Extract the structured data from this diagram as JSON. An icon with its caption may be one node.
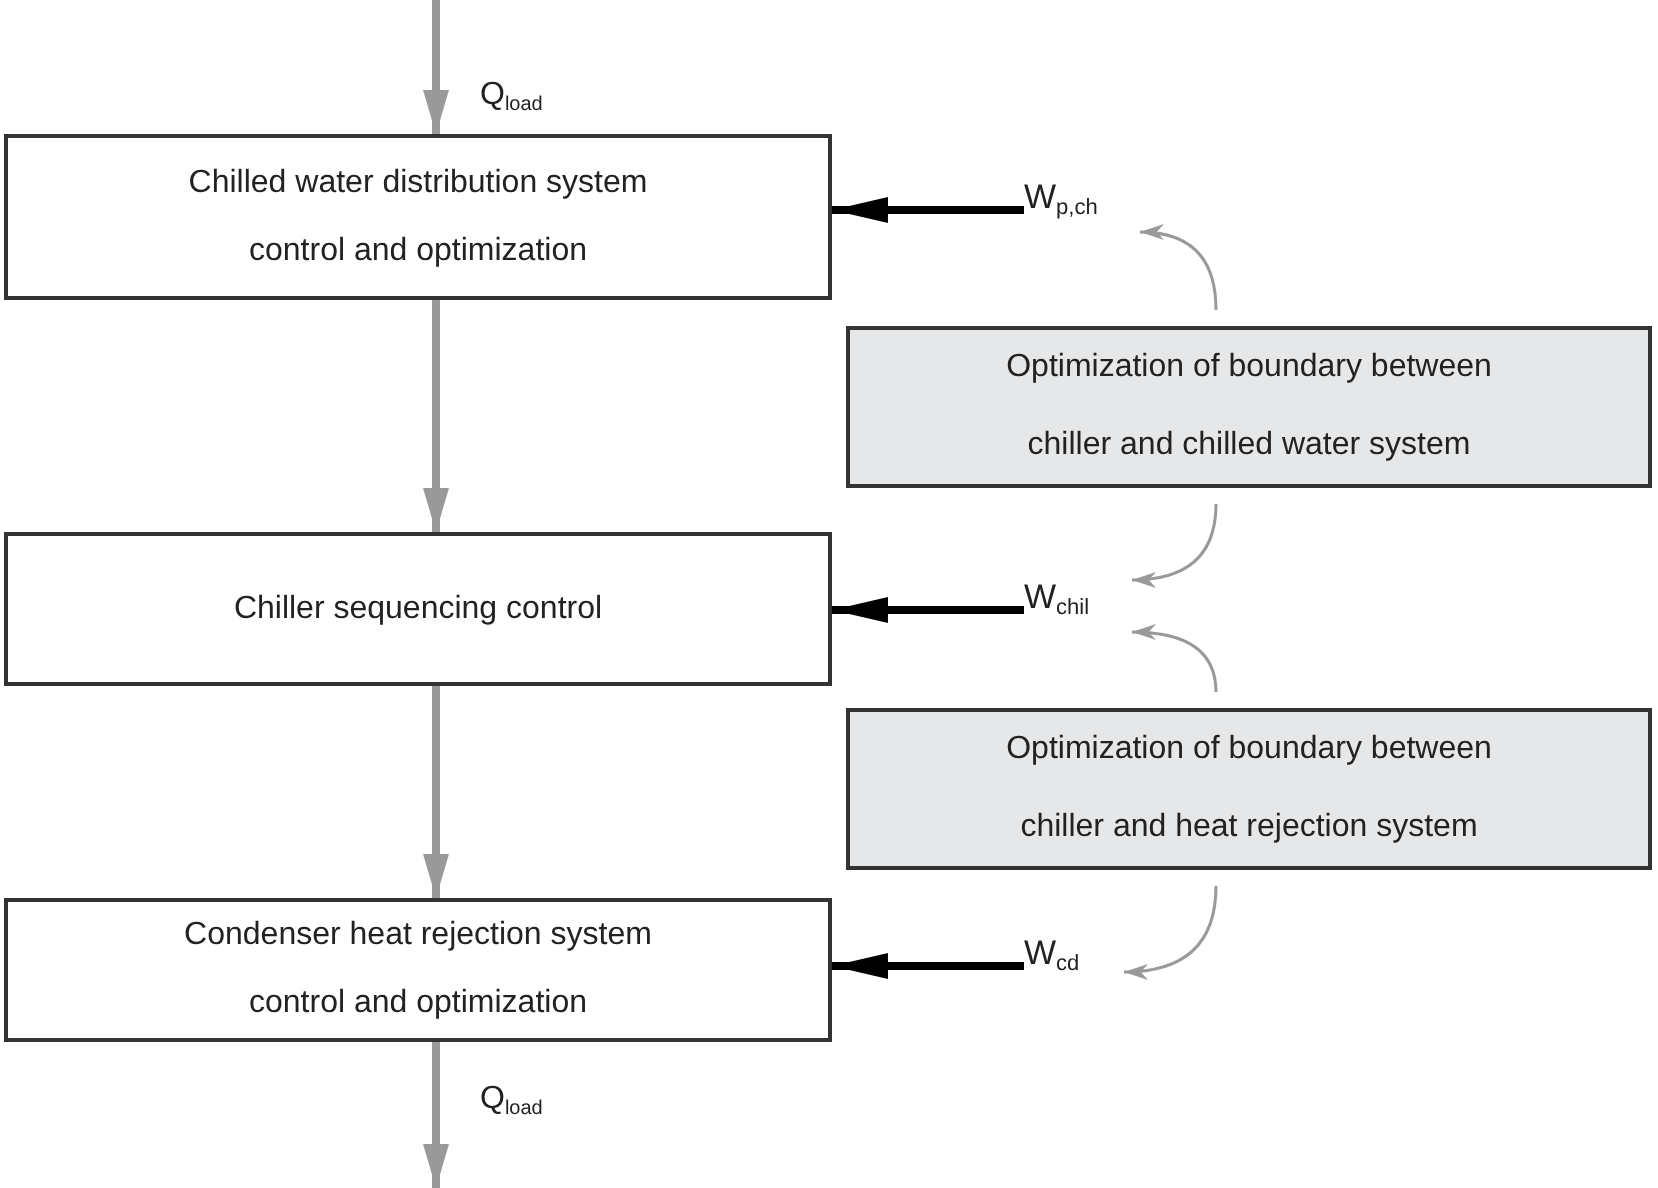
{
  "diagram": {
    "nodes": [
      {
        "text": [
          "Chilled water distribution system control and optimization"
        ]
      },
      {
        "text": [
          "Chiller sequencing control"
        ]
      },
      {
        "text": [
          "Condenser heat rejection system control and optimization"
        ]
      },
      {
        "text": [
          "Optimization of boundary between chiller and chilled water system"
        ]
      },
      {
        "text": [
          "Optimization of boundary between chiller and heat rejection system"
        ]
      },
      {
        "text": [
          "W$_{p,ch}$"
        ]
      },
      {
        "text": [
          "W$_{chil}$"
        ]
      },
      {
        "text": [
          "W$_{cd}$"
        ]
      }
    ],
    "edges": [
      {
        "from": null,
        "to": 0,
        "arrow": "to",
        "label": "Q$_{load}$"
      },
      {
        "from": 0,
        "to": 1,
        "arrow": "to"
      },
      {
        "from": 1,
        "to": 2,
        "arrow": "to"
      },
      {
        "from": 2,
        "to": null,
        "arrow": "to",
        "label": "Q$_{load}$"
      },
      {
        "from": 5,
        "to": 0,
        "arrow": "to",
        "color": "#000000"
      },
      {
        "from": 6,
        "to": 1,
        "arrow": "to",
        "color": "#000000"
      },
      {
        "from": 7,
        "to": 2,
        "arrow": "to",
        "color": "#000000"
      },
      {
        "from": 3,
        "to": 5,
        "arrow": "to"
      },
      {
        "from": 3,
        "to": 6,
        "arrow": "to"
      },
      {
        "from": 4,
        "to": 6,
        "arrow": "to"
      },
      {
        "from": 4,
        "to": 7,
        "arrow": "to"
      }
    ]
  }
}
